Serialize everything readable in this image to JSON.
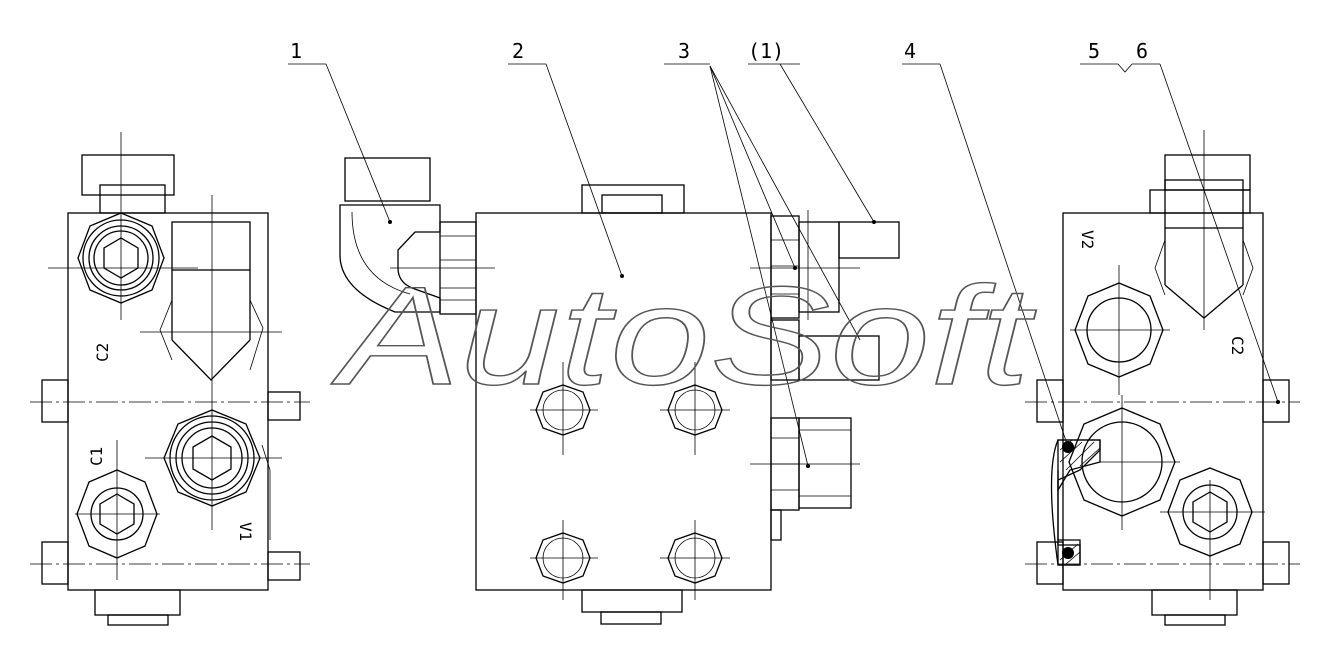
{
  "drawing": {
    "callouts": [
      "1",
      "2",
      "3",
      "(1)",
      "4",
      "5",
      "6"
    ],
    "port_labels": {
      "left_c2": "C2",
      "left_c1": "C1",
      "left_v1": "V1",
      "right_v2": "V2",
      "right_c2": "C2"
    },
    "watermark": "AutoSoft"
  }
}
